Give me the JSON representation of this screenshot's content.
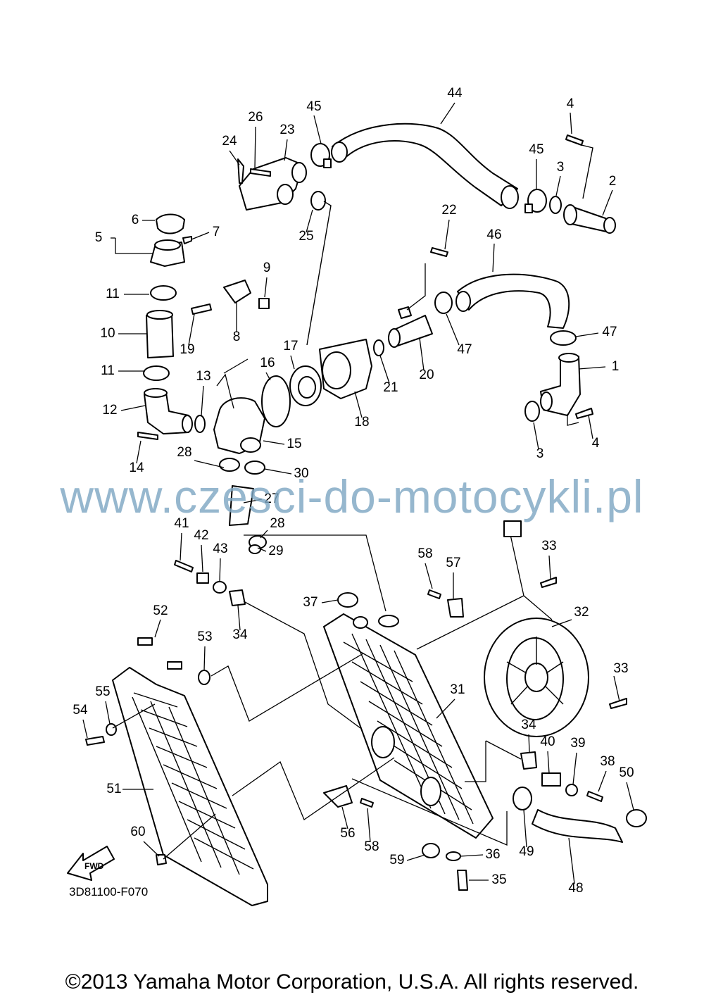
{
  "diagram_code": "3D81100-F070",
  "fwd_label": "FWD",
  "watermark": "www.czesci-do-motocykli.pl",
  "copyright": "©2013 Yamaha Motor Corporation, U.S.A. All rights reserved.",
  "callouts": [
    {
      "label": "44"
    },
    {
      "label": "45"
    },
    {
      "label": "26"
    },
    {
      "label": "23"
    },
    {
      "label": "24"
    },
    {
      "label": "4"
    },
    {
      "label": "45"
    },
    {
      "label": "3"
    },
    {
      "label": "2"
    },
    {
      "label": "25"
    },
    {
      "label": "6"
    },
    {
      "label": "5"
    },
    {
      "label": "7"
    },
    {
      "label": "22"
    },
    {
      "label": "46"
    },
    {
      "label": "9"
    },
    {
      "label": "11"
    },
    {
      "label": "10"
    },
    {
      "label": "19"
    },
    {
      "label": "8"
    },
    {
      "label": "47"
    },
    {
      "label": "47"
    },
    {
      "label": "17"
    },
    {
      "label": "1"
    },
    {
      "label": "16"
    },
    {
      "label": "21"
    },
    {
      "label": "20"
    },
    {
      "label": "11"
    },
    {
      "label": "13"
    },
    {
      "label": "12"
    },
    {
      "label": "18"
    },
    {
      "label": "3"
    },
    {
      "label": "4"
    },
    {
      "label": "15"
    },
    {
      "label": "14"
    },
    {
      "label": "28"
    },
    {
      "label": "30"
    },
    {
      "label": "27"
    },
    {
      "label": "41"
    },
    {
      "label": "28"
    },
    {
      "label": "42"
    },
    {
      "label": "29"
    },
    {
      "label": "43"
    },
    {
      "label": "58"
    },
    {
      "label": "57"
    },
    {
      "label": "33"
    },
    {
      "label": "37"
    },
    {
      "label": "34"
    },
    {
      "label": "32"
    },
    {
      "label": "52"
    },
    {
      "label": "53"
    },
    {
      "label": "33"
    },
    {
      "label": "31"
    },
    {
      "label": "55"
    },
    {
      "label": "54"
    },
    {
      "label": "34"
    },
    {
      "label": "40"
    },
    {
      "label": "39"
    },
    {
      "label": "38"
    },
    {
      "label": "50"
    },
    {
      "label": "51"
    },
    {
      "label": "56"
    },
    {
      "label": "58"
    },
    {
      "label": "49"
    },
    {
      "label": "60"
    },
    {
      "label": "36"
    },
    {
      "label": "59"
    },
    {
      "label": "35"
    },
    {
      "label": "48"
    }
  ]
}
